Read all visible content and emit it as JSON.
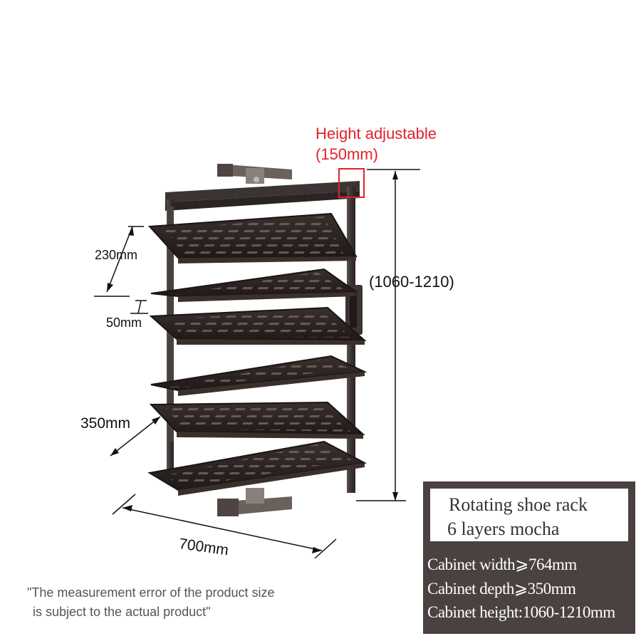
{
  "annotations": {
    "height_adjustable_line1": "Height adjustable",
    "height_adjustable_line2": "(150mm)",
    "shelf_spacing": "230mm",
    "shelf_gap": "50mm",
    "depth": "350mm",
    "width": "700mm",
    "total_height": "(1060-1210)"
  },
  "disclaimer": {
    "line1": "\"The measurement error of the product size",
    "line2": "is subject to the actual product\""
  },
  "spec_card": {
    "title_line1": "Rotating shoe rack",
    "title_line2": "6 layers mocha",
    "lines": [
      "Cabinet width⩾764mm",
      "Cabinet depth⩾350mm",
      "Cabinet height:1060-1210mm"
    ]
  },
  "colors": {
    "frame": "#3b3432",
    "shelf": "#2a2322",
    "highlight": "#e3212b",
    "card_bg": "#4a4240"
  }
}
